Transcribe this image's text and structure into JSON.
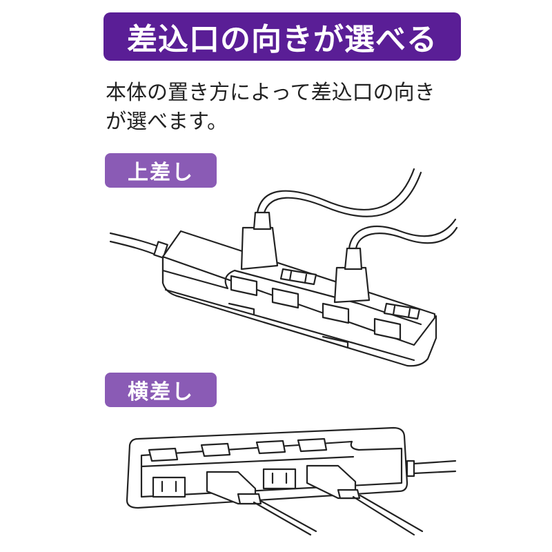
{
  "header": {
    "title": "差込口の向きが選べる",
    "description": "本体の置き方によって差込口の向きが選べます。",
    "description_lines": [
      "本体の置き方によって差込口の向き",
      "が選べます。"
    ]
  },
  "sections": [
    {
      "label": "上差し",
      "illustration": "power-strip-top-plug"
    },
    {
      "label": "横差し",
      "illustration": "power-strip-side-plug"
    }
  ],
  "colors": {
    "title_banner": "#5a1e96",
    "section_label": "#8a5bb5",
    "text": "#222222",
    "background": "#ffffff"
  }
}
